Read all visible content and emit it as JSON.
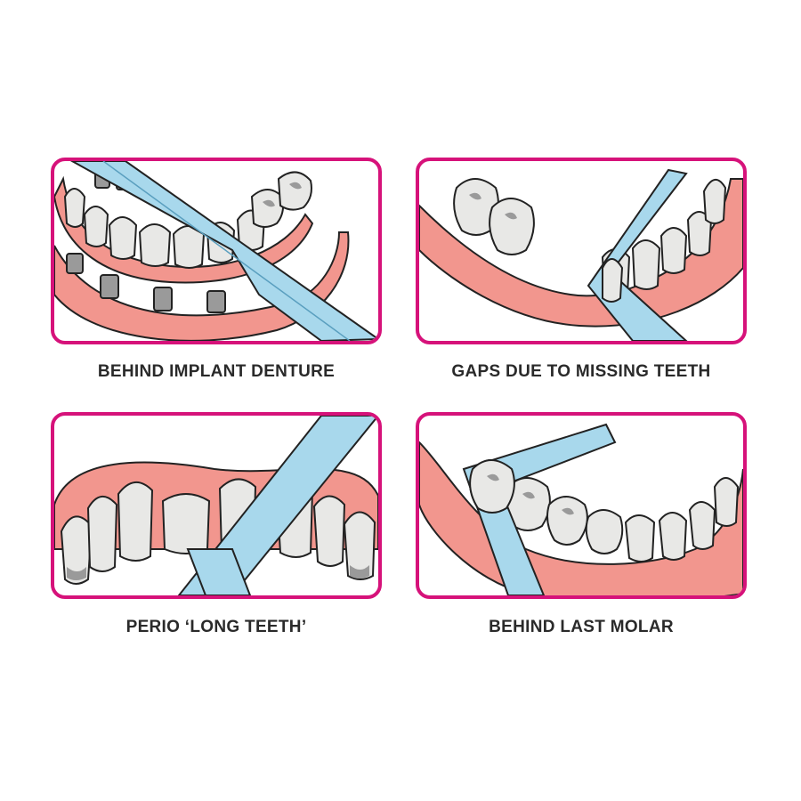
{
  "panels": [
    {
      "caption": "BEHIND IMPLANT DENTURE"
    },
    {
      "caption": "GAPS DUE TO MISSING TEETH"
    },
    {
      "caption": "PERIO ‘LONG TEETH’"
    },
    {
      "caption": "BEHIND LAST MOLAR"
    }
  ],
  "colors": {
    "frame": "#d6127a",
    "gum": "#f2968e",
    "tooth": "#e8e8e6",
    "floss": "#a8d8ec",
    "implant": "#9a9a9a"
  }
}
